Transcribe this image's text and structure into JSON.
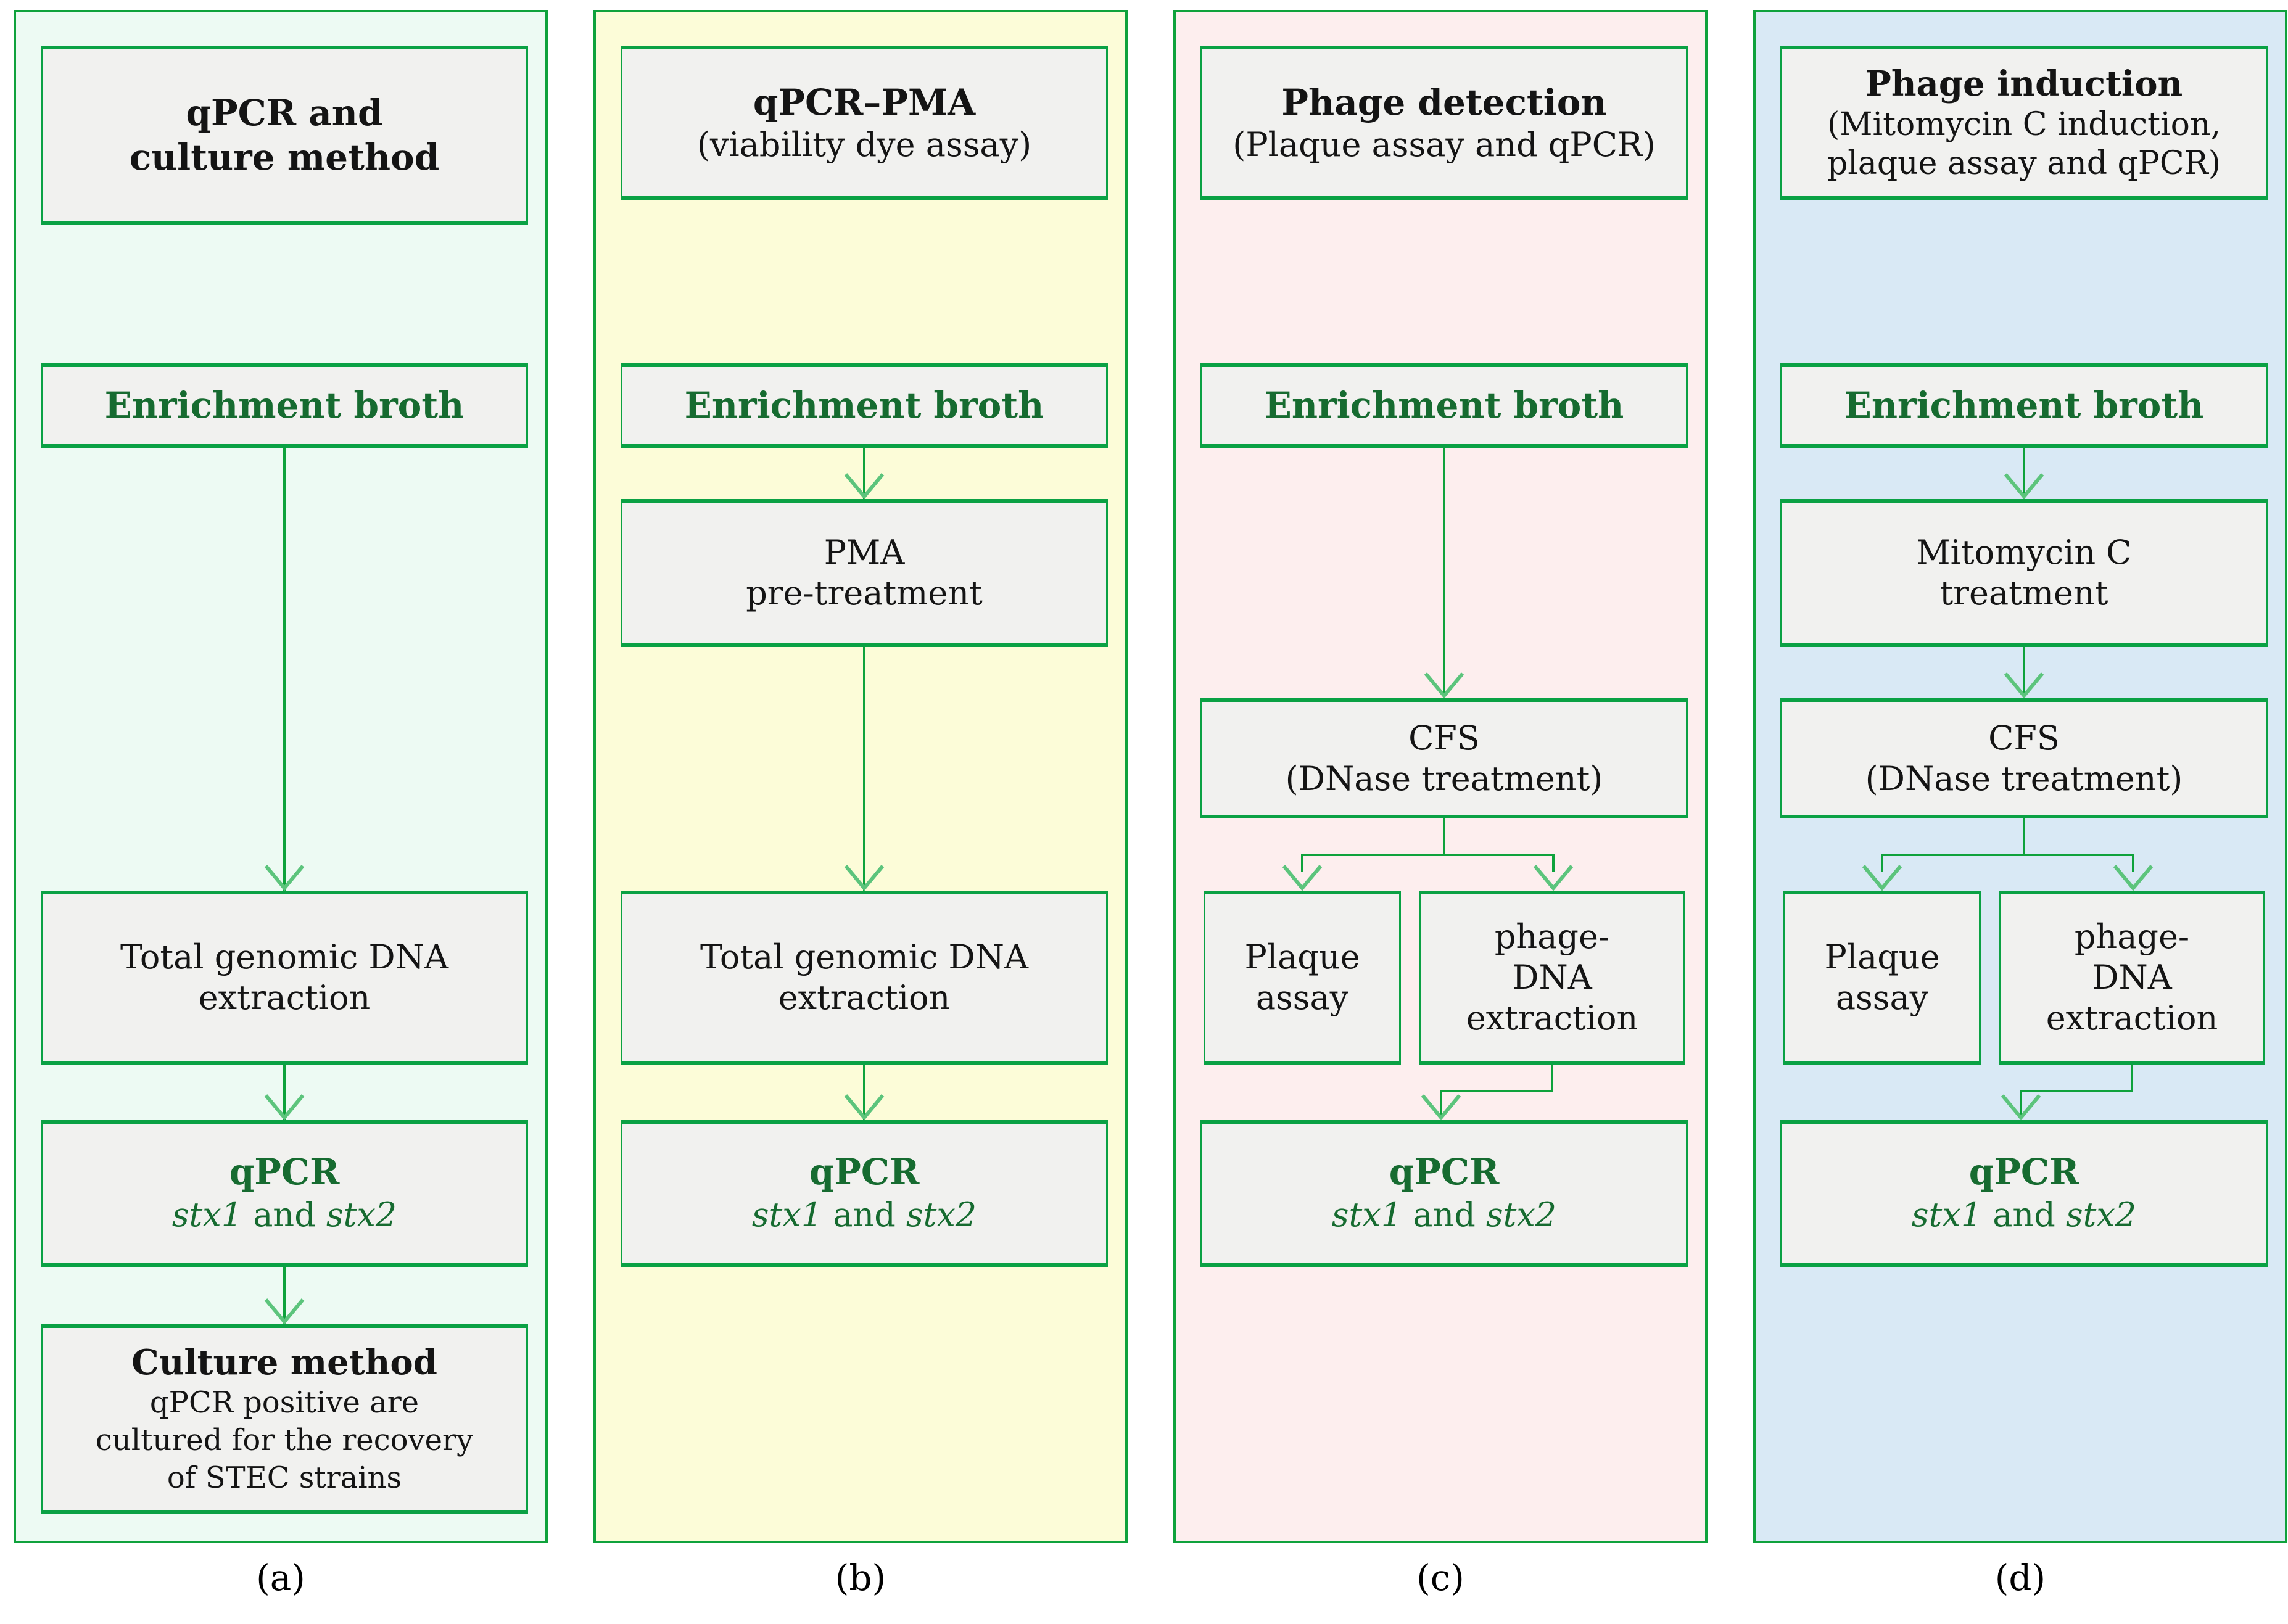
{
  "colors": {
    "page_bg": "#ffffff",
    "border_green": "#0fa23c",
    "line_green": "#0fa23c",
    "arrowhead_green": "#5cc47c",
    "box_fill": "#f1f1ef",
    "box_border": "#0aa144",
    "text_black": "#141414",
    "text_green": "#166b30",
    "panel_a_bg": "#edfaf3",
    "panel_b_bg": "#fcfcd8",
    "panel_c_bg": "#fdeeee",
    "panel_d_bg": "#d9e9f5"
  },
  "panels": [
    {
      "caption": "(a)",
      "title_line1": "qPCR and",
      "title_line2": "culture method",
      "enrichment": "Enrichment broth",
      "dna_line1": "Total genomic DNA",
      "dna_line2": "extraction",
      "qpcr_title": "qPCR",
      "gene1": "stx1",
      "and_word": "and",
      "gene2": "stx2",
      "culture_title": "Culture method",
      "culture_line1": "qPCR positive are",
      "culture_line2": "cultured for the recovery",
      "culture_line3": "of STEC strains"
    },
    {
      "caption": "(b)",
      "title_line1": "qPCR–PMA",
      "subtitle": "(viability dye assay)",
      "enrichment": "Enrichment broth",
      "pma_line1": "PMA",
      "pma_line2": "pre-treatment",
      "dna_line1": "Total genomic DNA",
      "dna_line2": "extraction",
      "qpcr_title": "qPCR",
      "gene1": "stx1",
      "and_word": "and",
      "gene2": "stx2"
    },
    {
      "caption": "(c)",
      "title_line1": "Phage detection",
      "subtitle": "(Plaque assay and qPCR)",
      "enrichment": "Enrichment broth",
      "cfs_line1": "CFS",
      "cfs_line2": "(DNase treatment)",
      "plaque_line1": "Plaque",
      "plaque_line2": "assay",
      "phage_line1": "phage-",
      "phage_line2": "DNA",
      "phage_line3": "extraction",
      "qpcr_title": "qPCR",
      "gene1": "stx1",
      "and_word": "and",
      "gene2": "stx2"
    },
    {
      "caption": "(d)",
      "title_line1": "Phage induction",
      "subtitle_line1": "(Mitomycin C induction,",
      "subtitle_line2": "plaque assay and qPCR)",
      "enrichment": "Enrichment broth",
      "mito_line1": "Mitomycin C",
      "mito_line2": "treatment",
      "cfs_line1": "CFS",
      "cfs_line2": "(DNase treatment)",
      "plaque_line1": "Plaque",
      "plaque_line2": "assay",
      "phage_line1": "phage-",
      "phage_line2": "DNA",
      "phage_line3": "extraction",
      "qpcr_title": "qPCR",
      "gene1": "stx1",
      "and_word": "and",
      "gene2": "stx2"
    }
  ]
}
